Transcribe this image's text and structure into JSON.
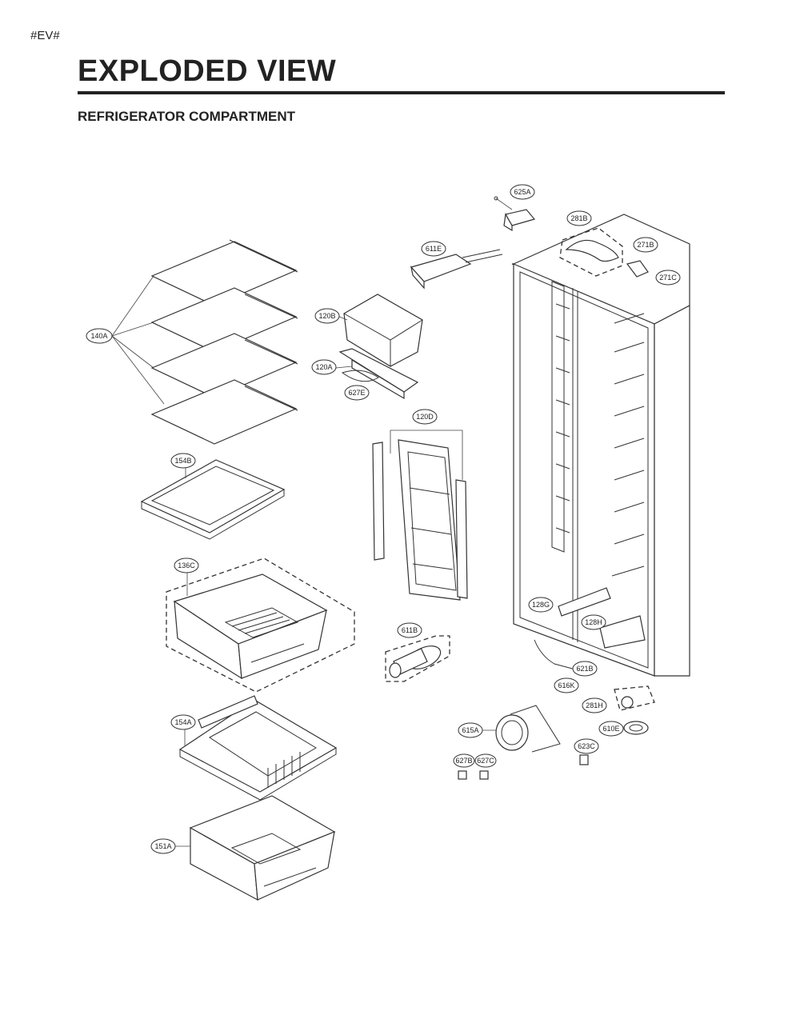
{
  "header": {
    "tag": "#EV#",
    "title": "EXPLODED VIEW",
    "subtitle": "REFRIGERATOR COMPARTMENT"
  },
  "callouts": {
    "c625A": "625A",
    "c281B": "281B",
    "c611E": "611E",
    "c271B": "271B",
    "c271C": "271C",
    "c120B": "120B",
    "c140A": "140A",
    "c120A": "120A",
    "c627E": "627E",
    "c120D": "120D",
    "c154B": "154B",
    "c136C": "136C",
    "c128G": "128G",
    "c128H": "128H",
    "c611B": "611B",
    "c621B": "621B",
    "c616K": "616K",
    "c281H": "281H",
    "c154A": "154A",
    "c615A": "615A",
    "c610E": "610E",
    "c623C": "623C",
    "c627B": "627B",
    "c627C": "627C",
    "c151A": "151A"
  }
}
